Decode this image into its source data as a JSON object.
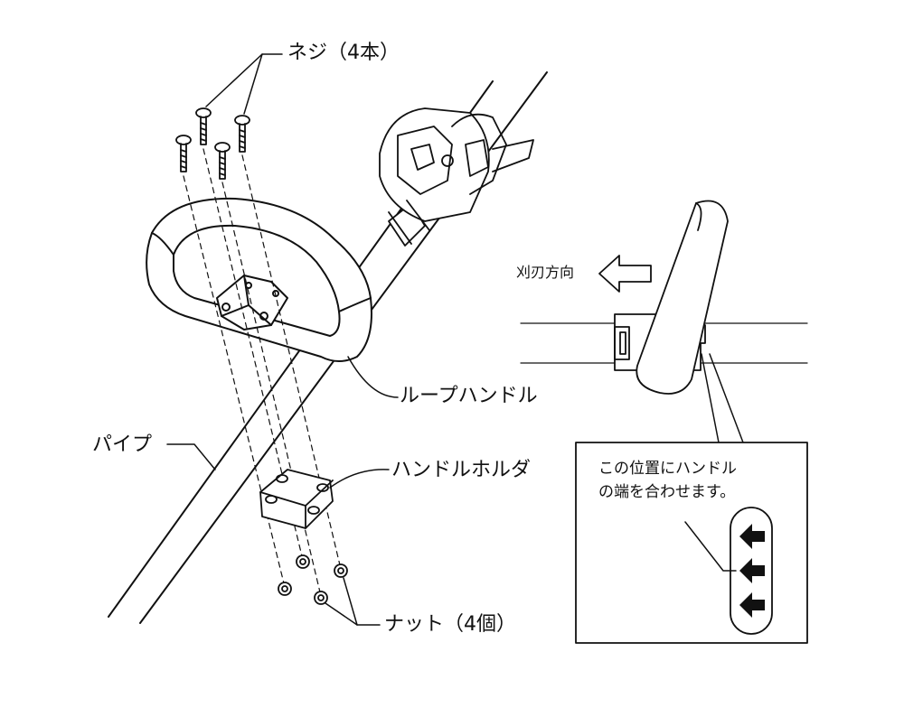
{
  "labels": {
    "screws": "ネジ（4本）",
    "loop_handle": "ループハンドル",
    "pipe": "パイプ",
    "handle_holder": "ハンドルホルダ",
    "nuts": "ナット（4個）",
    "cutting_direction": "刈刃方向"
  },
  "detail_box": {
    "line1": "この位置にハンドル",
    "line2": "の端を合わせます。"
  }
}
